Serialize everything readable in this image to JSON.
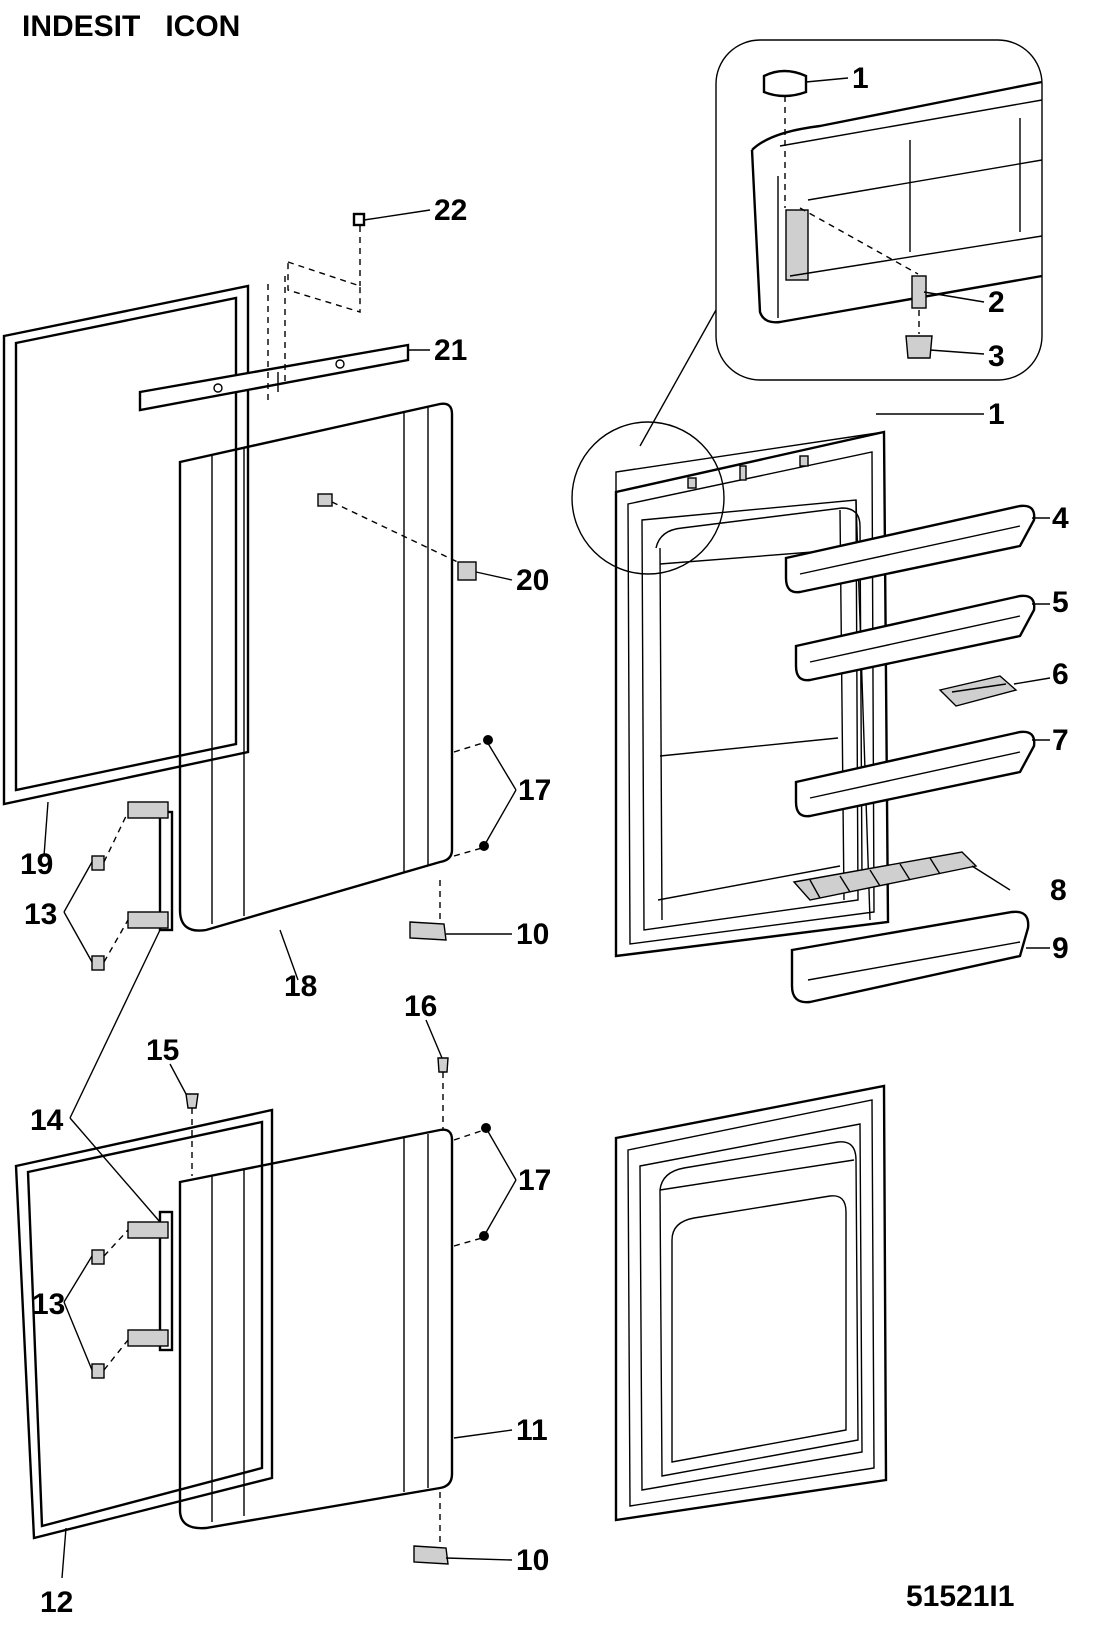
{
  "title": "INDESIT   ICON",
  "drawing_code": "51521I1",
  "callouts": [
    "1",
    "1",
    "2",
    "3",
    "4",
    "5",
    "6",
    "7",
    "8",
    "9",
    "10",
    "10",
    "11",
    "12",
    "13",
    "13",
    "14",
    "15",
    "16",
    "17",
    "17",
    "18",
    "19",
    "20",
    "21",
    "22"
  ]
}
